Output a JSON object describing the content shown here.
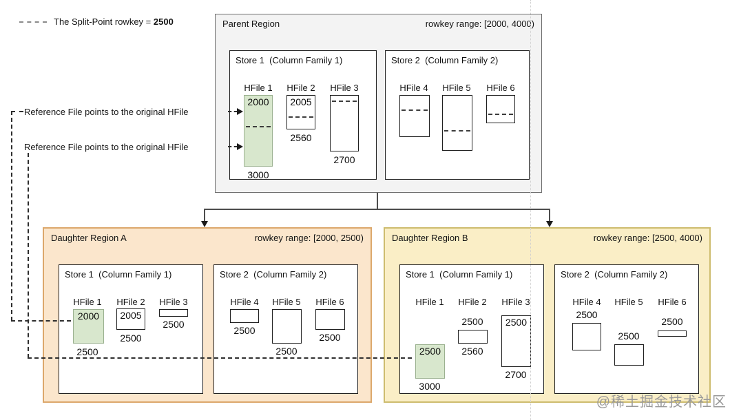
{
  "legend": {
    "label": "The Split-Point rowkey = ",
    "value": "2500"
  },
  "annotations": {
    "ref1": "Reference File points to the original HFile",
    "ref2": "Reference File points to the original HFile"
  },
  "watermark": "@稀土掘金技术社区",
  "colors": {
    "highlight_green": "#d8e7cd",
    "parent_bg": "#f3f3f3",
    "daughter_a_bg": "#fbe6cc",
    "daughter_b_bg": "#faeec6"
  },
  "parent": {
    "title": "Parent Region",
    "range": "rowkey range: [2000, 4000)",
    "store1": {
      "title": "Store 1  (Column Family 1)",
      "hfile1": {
        "label": "HFile 1",
        "start": "2000",
        "end": "3000"
      },
      "hfile2": {
        "label": "HFile 2",
        "start": "2005",
        "end": "2560"
      },
      "hfile3": {
        "label": "HFile 3",
        "end": "2700"
      }
    },
    "store2": {
      "title": "Store 2  (Column Family 2)",
      "hfile4": {
        "label": "HFile 4"
      },
      "hfile5": {
        "label": "HFile 5"
      },
      "hfile6": {
        "label": "HFile 6"
      }
    }
  },
  "daughter_a": {
    "title": "Daughter Region A",
    "range": "rowkey range: [2000, 2500)",
    "store1": {
      "title": "Store 1  (Column Family 1)",
      "hfile1": {
        "label": "HFile 1",
        "start": "2000",
        "end": "2500"
      },
      "hfile2": {
        "label": "HFile 2",
        "start": "2005",
        "end": "2500"
      },
      "hfile3": {
        "label": "HFile 3",
        "end": "2500"
      }
    },
    "store2": {
      "title": "Store 2  (Column Family 2)",
      "hfile4": {
        "label": "HFile 4",
        "end": "2500"
      },
      "hfile5": {
        "label": "HFile 5",
        "end": "2500"
      },
      "hfile6": {
        "label": "HFile 6",
        "end": "2500"
      }
    }
  },
  "daughter_b": {
    "title": "Daughter Region B",
    "range": "rowkey range: [2500, 4000)",
    "store1": {
      "title": "Store 1  (Column Family 1)",
      "hfile1": {
        "label": "HFile 1",
        "start": "2500",
        "end": "3000"
      },
      "hfile2": {
        "label": "HFile 2",
        "start": "2500",
        "end": "2560"
      },
      "hfile3": {
        "label": "HFile 3",
        "start": "2500",
        "end": "2700"
      }
    },
    "store2": {
      "title": "Store 2  (Column Family 2)",
      "hfile4": {
        "label": "HFile 4",
        "start": "2500"
      },
      "hfile5": {
        "label": "HFile 5",
        "start": "2500"
      },
      "hfile6": {
        "label": "HFile 6",
        "start": "2500"
      }
    }
  }
}
